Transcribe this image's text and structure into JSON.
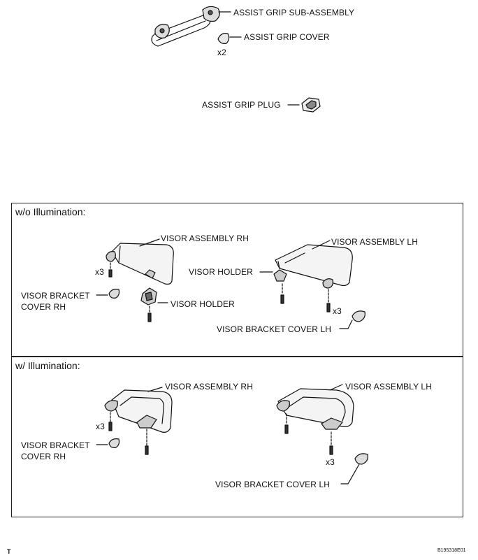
{
  "top": {
    "assist_grip_sub_assembly": "ASSIST GRIP SUB-ASSEMBLY",
    "assist_grip_cover": "ASSIST GRIP COVER",
    "cover_qty": "x2",
    "assist_grip_plug": "ASSIST GRIP PLUG"
  },
  "without_illumination": {
    "title": "w/o Illumination:",
    "visor_assembly_rh": "VISOR ASSEMBLY RH",
    "visor_assembly_lh": "VISOR ASSEMBLY LH",
    "visor_holder_left": "VISOR HOLDER",
    "visor_holder_right": "VISOR HOLDER",
    "bracket_cover_rh_line1": "VISOR BRACKET",
    "bracket_cover_rh_line2": "COVER RH",
    "bracket_cover_lh": "VISOR BRACKET COVER LH",
    "qty_rh": "x3",
    "qty_lh": "x3"
  },
  "with_illumination": {
    "title": "w/ Illumination:",
    "visor_assembly_rh": "VISOR ASSEMBLY RH",
    "visor_assembly_lh": "VISOR ASSEMBLY LH",
    "bracket_cover_rh_line1": "VISOR BRACKET",
    "bracket_cover_rh_line2": "COVER RH",
    "bracket_cover_lh": "VISOR BRACKET COVER LH",
    "qty_rh": "x3",
    "qty_lh": "x3"
  },
  "footer": {
    "left_mark": "T",
    "figure_id": "B195318E01"
  }
}
